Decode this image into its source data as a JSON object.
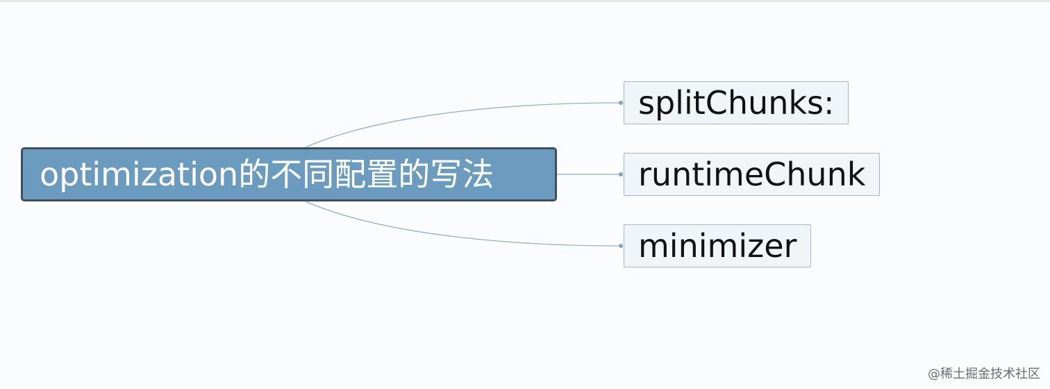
{
  "root": {
    "label": "optimization的不同配置的写法"
  },
  "children": [
    {
      "label": "splitChunks:"
    },
    {
      "label": "runtimeChunk"
    },
    {
      "label": "minimizer"
    }
  ],
  "watermark": "@稀土掘金技术社区",
  "colors": {
    "root_fill": "#6b9bbf",
    "root_border": "#3f4e5c",
    "child_fill": "#f2f5f8",
    "child_border": "#9eb7cc",
    "connector": "#8fb0c9"
  }
}
